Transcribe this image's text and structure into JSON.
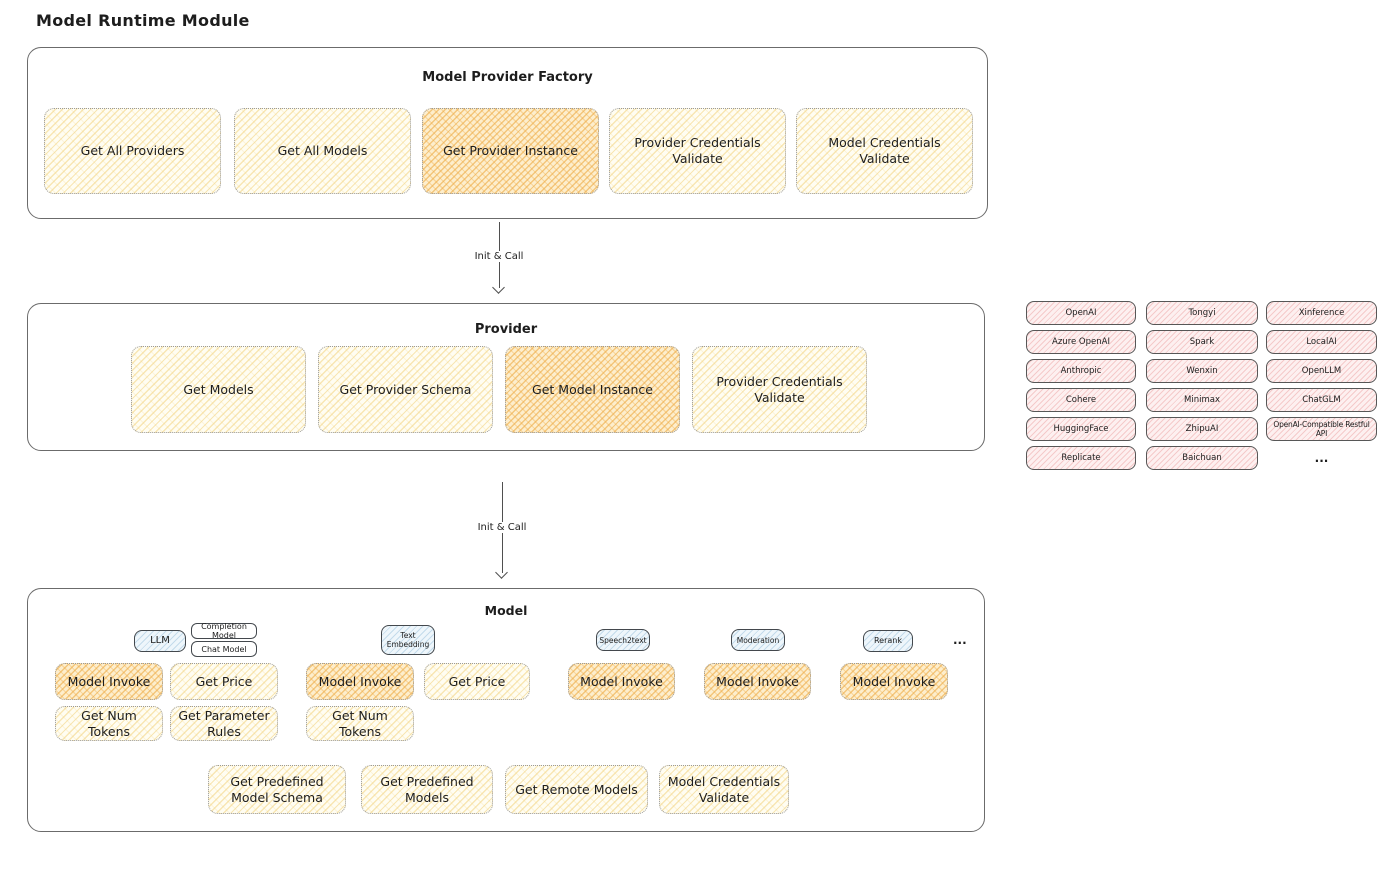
{
  "page": {
    "title": "Model Runtime Module"
  },
  "factory": {
    "title": "Model Provider Factory",
    "buttons": [
      {
        "label": "Get All Providers",
        "highlighted": false
      },
      {
        "label": "Get All Models",
        "highlighted": false
      },
      {
        "label": "Get Provider Instance",
        "highlighted": true
      },
      {
        "label": "Provider Credentials Validate",
        "highlighted": false
      },
      {
        "label": "Model Credentials Validate",
        "highlighted": false
      }
    ]
  },
  "connections": [
    {
      "label": "Init & Call"
    },
    {
      "label": "Init & Call"
    }
  ],
  "provider": {
    "title": "Provider",
    "buttons": [
      {
        "label": "Get Models",
        "highlighted": false
      },
      {
        "label": "Get Provider Schema",
        "highlighted": false
      },
      {
        "label": "Get Model Instance",
        "highlighted": true
      },
      {
        "label": "Provider Credentials Validate",
        "highlighted": false
      }
    ]
  },
  "provider_list": {
    "columns": [
      [
        "OpenAI",
        "Azure OpenAI",
        "Anthropic",
        "Cohere",
        "HuggingFace",
        "Replicate"
      ],
      [
        "Tongyi",
        "Spark",
        "Wenxin",
        "Minimax",
        "ZhipuAI",
        "Baichuan"
      ],
      [
        "Xinference",
        "LocalAI",
        "OpenLLM",
        "ChatGLM",
        "OpenAI-Compatible Restful API"
      ]
    ],
    "more_label": "..."
  },
  "model": {
    "title": "Model",
    "tabs": [
      "LLM",
      "Text Embedding",
      "Speech2text",
      "Moderation",
      "Rerank"
    ],
    "subtabs": [
      "Completion Model",
      "Chat Model"
    ],
    "more_label": "...",
    "buttons": {
      "row1": [
        "Model Invoke",
        "Get Price",
        "Model Invoke",
        "Get Price",
        "Model Invoke",
        "Model Invoke",
        "Model Invoke"
      ],
      "row2": [
        "Get Num Tokens",
        "Get Parameter Rules",
        "Get Num Tokens"
      ],
      "bottom": [
        "Get Predefined Model Schema",
        "Get Predefined Models",
        "Get Remote Models",
        "Model Credentials Validate"
      ]
    }
  },
  "colors": {
    "operation_fill": "#fdf3d0",
    "operation_highlight": "#f7c873",
    "model_type_fill": "#d9ecf7",
    "provider_fill": "#fbdcdc",
    "box_border": "#6b6b6b",
    "text": "#1d1d1d"
  }
}
